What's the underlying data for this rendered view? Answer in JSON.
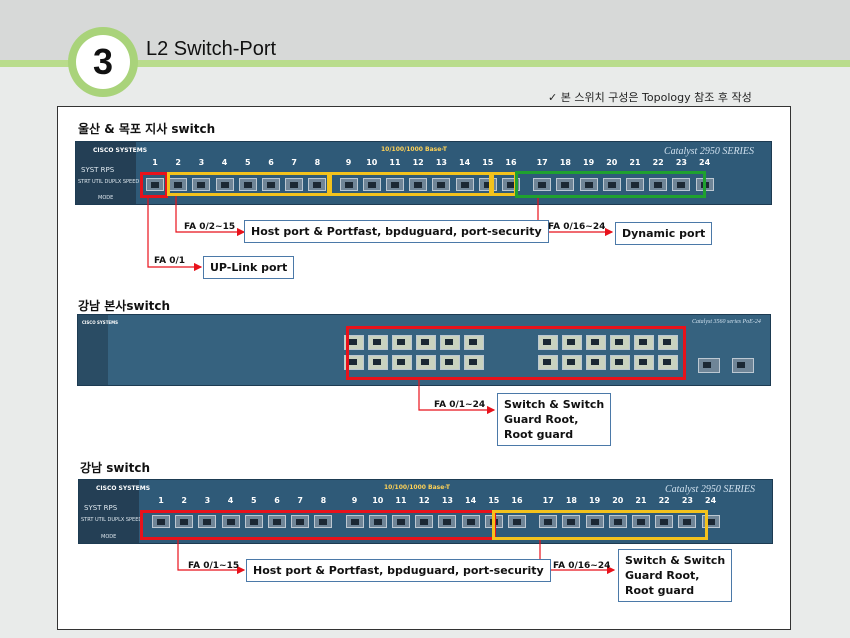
{
  "header": {
    "badge_number": "3",
    "title": "L2 Switch-Port",
    "note": "✓    본 스위치 구성은  Topology 참조 후 작성"
  },
  "switch1": {
    "label": "울산 & 목포 지사 switch",
    "brand": "CISCO SYSTEMS",
    "leds": "SYST        RPS",
    "modes": "STRT UTIL DUPLX SPEED",
    "mode": "MODE",
    "banner": "10/100/1000 Base-T",
    "model": "Catalyst 2950 SERIES",
    "ports": [
      "1",
      "2",
      "3",
      "4",
      "5",
      "6",
      "7",
      "8",
      "9",
      "10",
      "11",
      "12",
      "13",
      "14",
      "15",
      "16",
      "17",
      "18",
      "19",
      "20",
      "21",
      "22",
      "23",
      "24"
    ],
    "annotations": [
      {
        "fa": "FA 0/2~15",
        "box": "Host port & Portfast, bpduguard, port-security"
      },
      {
        "fa": "FA 0/16~24",
        "box": "Dynamic port"
      },
      {
        "fa": "FA 0/1",
        "box": "UP-Link port"
      }
    ]
  },
  "switch2": {
    "label": "강남 본사switch",
    "brand": "CISCO SYSTEMS",
    "model": "Catalyst 3560 series PoE-24",
    "annotations": [
      {
        "fa": "FA 0/1~24",
        "box_lines": [
          "Switch & Switch",
          "Guard Root,",
          "Root guard"
        ]
      }
    ]
  },
  "switch3": {
    "label": "강남 switch",
    "brand": "CISCO SYSTEMS",
    "leds": "SYST        RPS",
    "modes": "STRT UTIL DUPLX SPEED",
    "mode": "MODE",
    "banner": "10/100/1000 Base-T",
    "model": "Catalyst 2950 SERIES",
    "ports": [
      "1",
      "2",
      "3",
      "4",
      "5",
      "6",
      "7",
      "8",
      "9",
      "10",
      "11",
      "12",
      "13",
      "14",
      "15",
      "16",
      "17",
      "18",
      "19",
      "20",
      "21",
      "22",
      "23",
      "24"
    ],
    "annotations": [
      {
        "fa": "FA 0/1~15",
        "box": "Host port & Portfast, bpduguard, port-security"
      },
      {
        "fa": "FA 0/16~24",
        "box_lines": [
          "Switch & Switch",
          "Guard Root,",
          "Root guard"
        ]
      }
    ]
  },
  "colors": {
    "accent_green": "#a9d37a",
    "highlight_red": "#e8121b",
    "highlight_yellow": "#f3c21c",
    "highlight_green": "#1fa12f",
    "switch_body": "#2f5a78"
  }
}
